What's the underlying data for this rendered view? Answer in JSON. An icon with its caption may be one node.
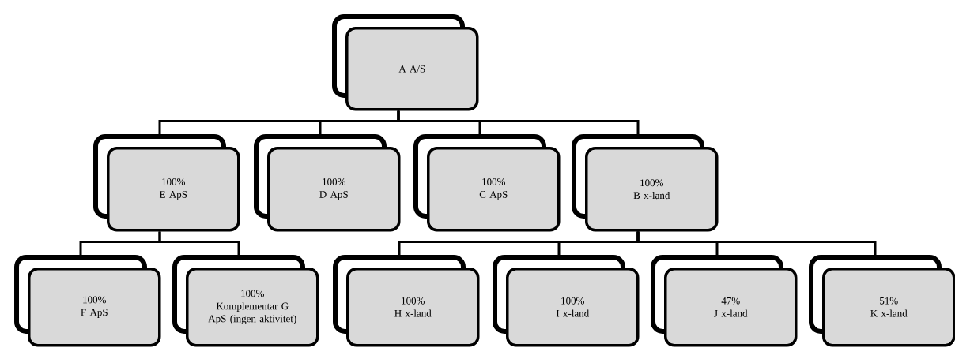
{
  "diagram": {
    "nodes": [
      {
        "text": [
          "A A/S"
        ]
      },
      {
        "text": [
          "100%",
          "E ApS"
        ]
      },
      {
        "text": [
          "100%",
          "D ApS"
        ]
      },
      {
        "text": [
          "100%",
          "C ApS"
        ]
      },
      {
        "text": [
          "100%",
          "B x-land"
        ]
      },
      {
        "text": [
          "100%",
          "F ApS"
        ]
      },
      {
        "text": [
          "100%",
          "Komplementar G ApS (ingen aktivitet)"
        ]
      },
      {
        "text": [
          "100%",
          "H x-land"
        ]
      },
      {
        "text": [
          "100%",
          "I x-land"
        ]
      },
      {
        "text": [
          "47%",
          "J x-land"
        ]
      },
      {
        "text": [
          "51%",
          "K x-land"
        ]
      }
    ],
    "edges": [
      {
        "from": 0,
        "to": 1,
        "arrow": "none"
      },
      {
        "from": 0,
        "to": 2,
        "arrow": "none"
      },
      {
        "from": 0,
        "to": 3,
        "arrow": "none"
      },
      {
        "from": 0,
        "to": 4,
        "arrow": "none"
      },
      {
        "from": 1,
        "to": 5,
        "arrow": "none"
      },
      {
        "from": 1,
        "to": 6,
        "arrow": "none"
      },
      {
        "from": 4,
        "to": 7,
        "arrow": "none"
      },
      {
        "from": 4,
        "to": 8,
        "arrow": "none"
      },
      {
        "from": 4,
        "to": 9,
        "arrow": "none"
      },
      {
        "from": 4,
        "to": 10,
        "arrow": "none"
      }
    ]
  }
}
